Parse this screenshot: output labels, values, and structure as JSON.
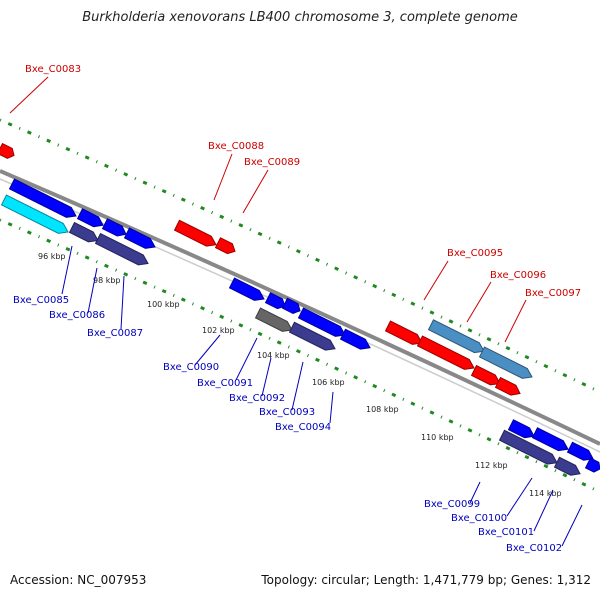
{
  "title": "Burkholderia xenovorans LB400 chromosome 3, complete genome",
  "footer": {
    "accession": "Accession: NC_007953",
    "topology": "Topology: circular",
    "length": "Length: 1,471,779 bp",
    "genes": "Genes: 1,312"
  },
  "colors": {
    "backbone": "#888888",
    "dotted_track": "#1f8a1f",
    "forward_label": "#cc0000",
    "reverse_label": "#0000bb",
    "red_gene": "#ff0000",
    "blue_gene": "#0000ff",
    "purple_gene": "#3b3b8f",
    "cyan_gene": "#00e5ff",
    "steel_gene": "#4a8fc4",
    "gray_gene": "#666666"
  },
  "ticks": [
    "96 kbp",
    "98 kbp",
    "100 kbp",
    "102 kbp",
    "104 kbp",
    "106 kbp",
    "108 kbp",
    "110 kbp",
    "112 kbp",
    "114 kbp"
  ],
  "forward_genes": [
    "Bxe_C0083",
    "Bxe_C0088",
    "Bxe_C0089",
    "Bxe_C0095",
    "Bxe_C0096",
    "Bxe_C0097"
  ],
  "reverse_genes": [
    "Bxe_C0085",
    "Bxe_C0086",
    "Bxe_C0087",
    "Bxe_C0090",
    "Bxe_C0091",
    "Bxe_C0092",
    "Bxe_C0093",
    "Bxe_C0094",
    "Bxe_C0099",
    "Bxe_C0100",
    "Bxe_C0101",
    "Bxe_C0102"
  ]
}
